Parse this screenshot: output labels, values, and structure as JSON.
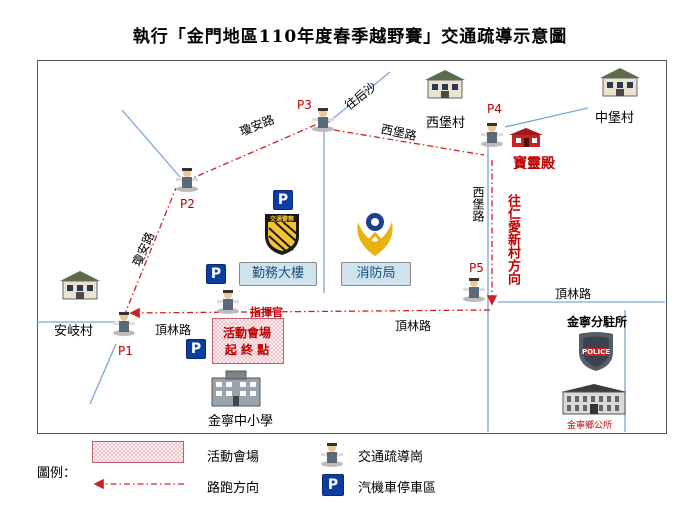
{
  "title": "執行「金門地區110年度春季越野賽」交通疏導示意圖",
  "posts": [
    {
      "id": "P1",
      "label": "P1"
    },
    {
      "id": "P2",
      "label": "P2"
    },
    {
      "id": "P3",
      "label": "P3"
    },
    {
      "id": "P4",
      "label": "P4"
    },
    {
      "id": "P5",
      "label": "P5"
    }
  ],
  "roads": {
    "qiongan_upper": "瓊安路",
    "qiongan_lower": "瓊安路",
    "wanghousha": "往后沙",
    "xibao_top": "西堡路",
    "xibao_side": "西堡路",
    "dinglin_left": "頂林路",
    "dinglin_mid": "頂林路",
    "dinglin_right": "頂林路"
  },
  "places": {
    "anqi": "安岐村",
    "xibao_village": "西堡村",
    "zhongbao_village": "中堡村",
    "baoling_temple": "寶靈殿",
    "school": "金寧中小學",
    "police_station_name": "金寧分駐所",
    "township_office": "金寧鄉公所",
    "police_badge_text": "POLICE",
    "service_building": "勤務大樓",
    "fire_bureau": "消防局",
    "direction_renai": "往仁愛新村方向",
    "commander": "指揮官",
    "venue_line1": "活動會場",
    "venue_line2": "起 終 點",
    "house_sign": "",
    "traffic_badge": "交通警察"
  },
  "legend": {
    "title": "圖例：",
    "venue": "活動會場",
    "route": "路跑方向",
    "officer": "交通疏導崗",
    "parking": "汽機車停車區"
  },
  "parking_symbol": "P",
  "colors": {
    "route": "#d02020",
    "road": "#7aa6d6",
    "parking": "#0b3ea3",
    "text_red": "#c00000"
  }
}
